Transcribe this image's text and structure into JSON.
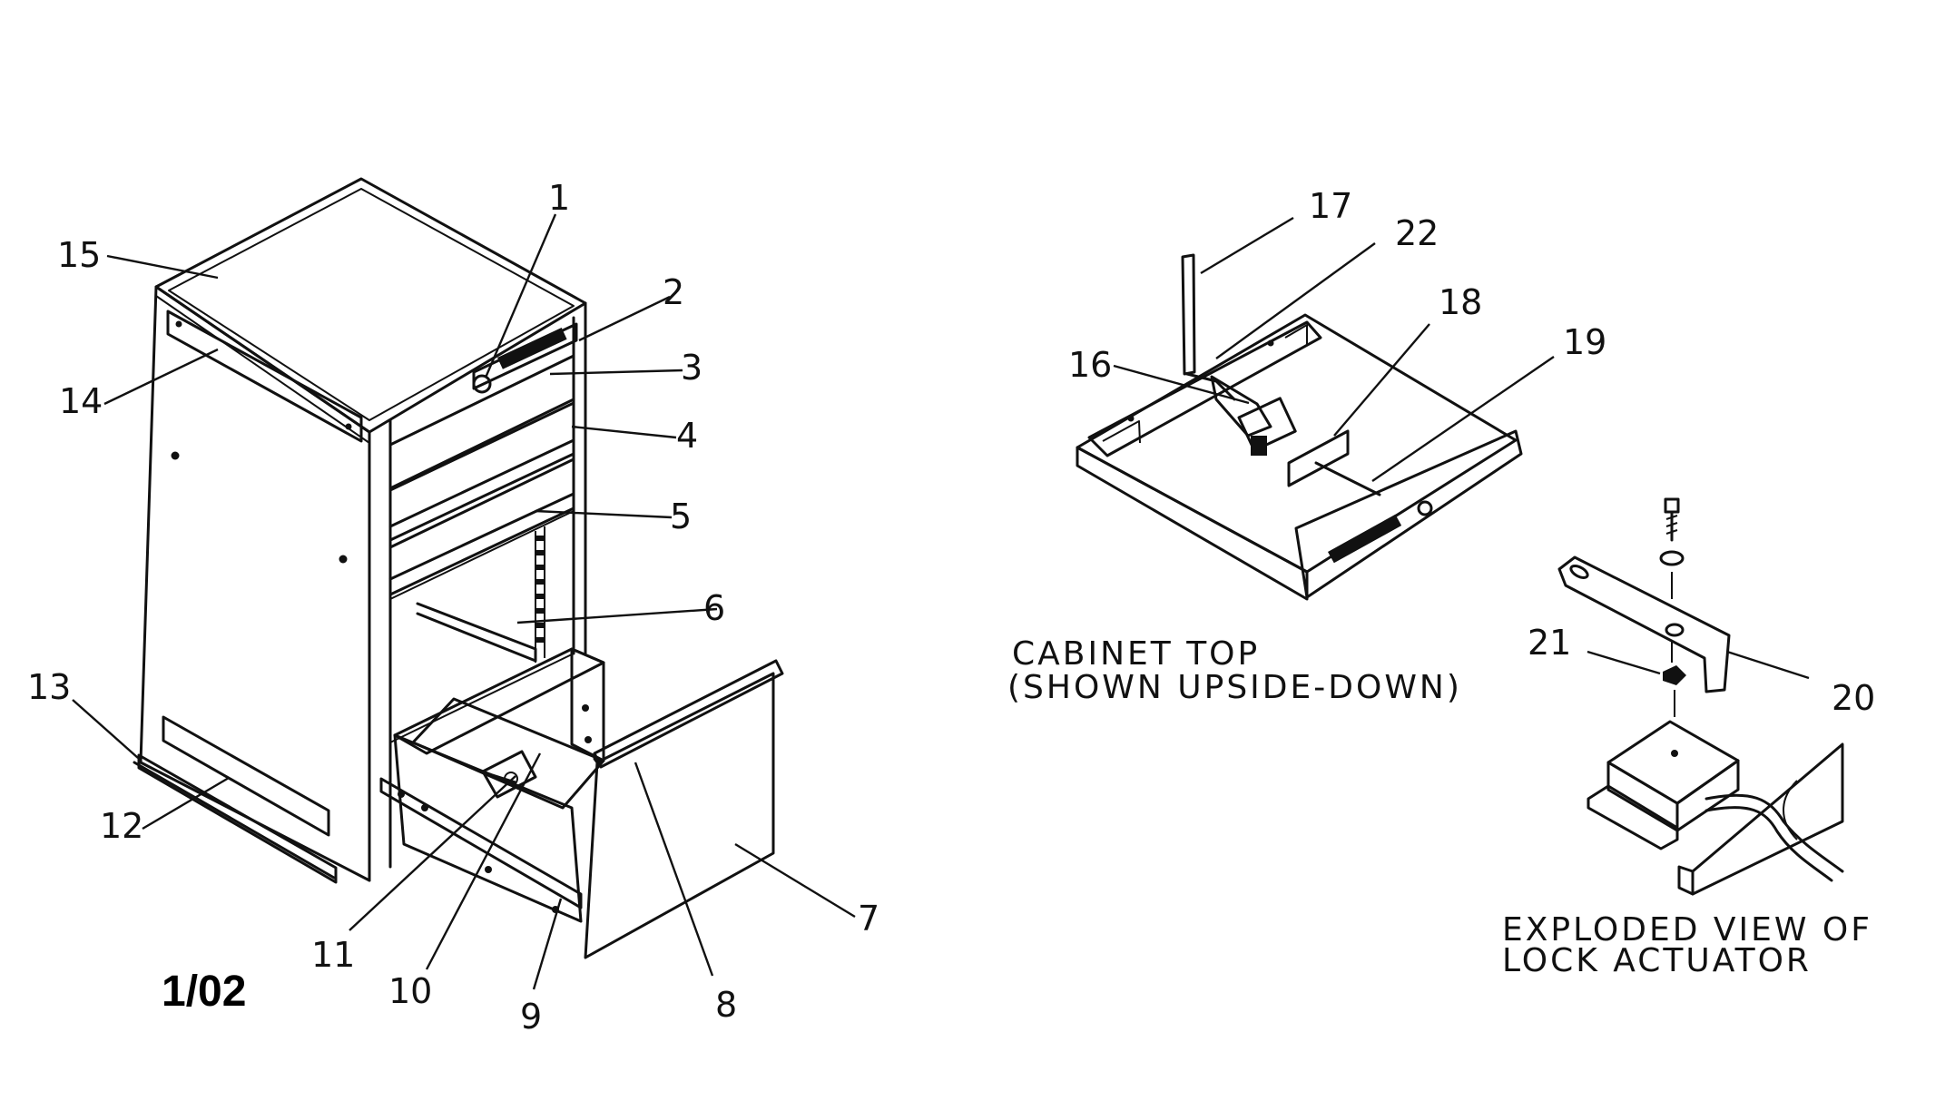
{
  "callouts": {
    "c1": "1",
    "c2": "2",
    "c3": "3",
    "c4": "4",
    "c5": "5",
    "c6": "6",
    "c7": "7",
    "c8": "8",
    "c9": "9",
    "c10": "10",
    "c11": "11",
    "c12": "12",
    "c13": "13",
    "c14": "14",
    "c15": "15",
    "c16": "16",
    "c17": "17",
    "c18": "18",
    "c19": "19",
    "c20": "20",
    "c21": "21",
    "c22": "22"
  },
  "captions": {
    "cabinet_top_line1": "CABINET TOP",
    "cabinet_top_line2": "(SHOWN UPSIDE-DOWN)",
    "lock_line1": "EXPLODED VIEW OF",
    "lock_line2": "LOCK ACTUATOR"
  },
  "revision": "1/02"
}
